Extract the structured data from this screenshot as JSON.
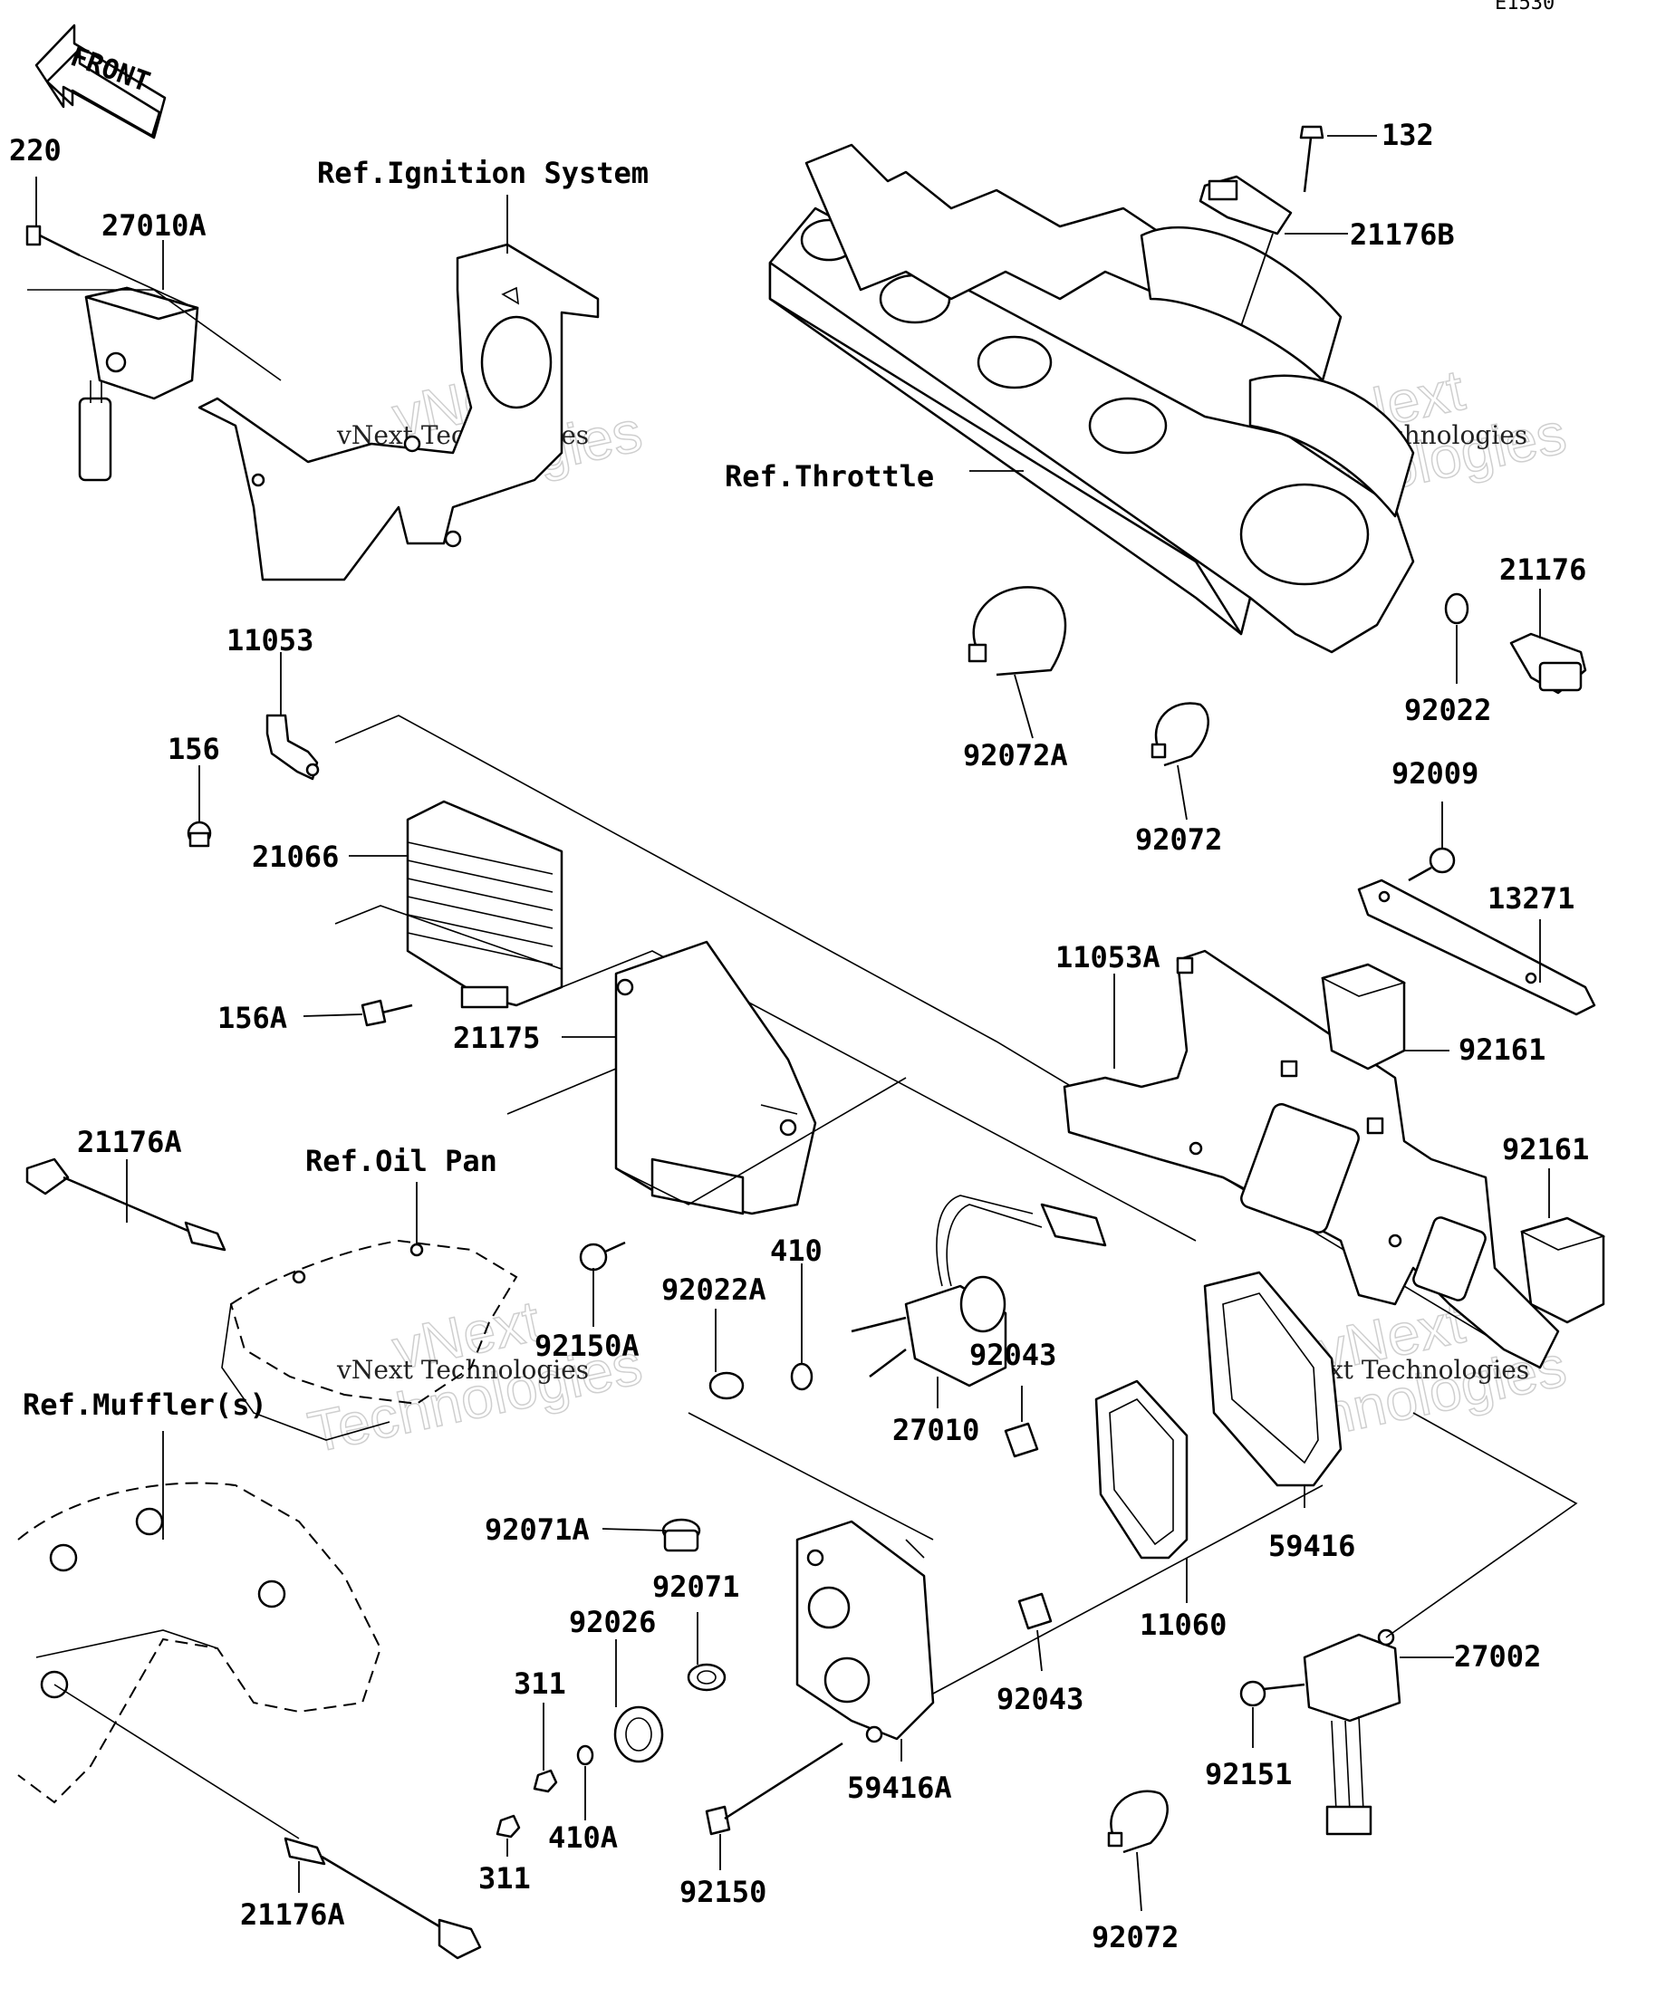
{
  "diagram_code": "E1530",
  "front_arrow_label": "FRONT",
  "references": {
    "ignition": "Ref.Ignition System",
    "throttle": "Ref.Throttle",
    "oil_pan": "Ref.Oil Pan",
    "muffler": "Ref.Muffler(s)"
  },
  "watermark": {
    "line1": "vNext",
    "line2": "Technologies",
    "small": "vNext Technologies"
  },
  "parts": {
    "p220": "220",
    "p27010A": "27010A",
    "p132": "132",
    "p21176B": "21176B",
    "p21176": "21176",
    "p92022": "92022",
    "p11053": "11053",
    "p156": "156",
    "p21066": "21066",
    "p156A": "156A",
    "p21175": "21175",
    "p92072A": "92072A",
    "p92072_top": "92072",
    "p92009": "92009",
    "p13271": "13271",
    "p11053A": "11053A",
    "p92161_a": "92161",
    "p92161_b": "92161",
    "p21176A_top": "21176A",
    "p410": "410",
    "p92022A": "92022A",
    "p92150A": "92150A",
    "p92043_a": "92043",
    "p27010": "27010",
    "p59416": "59416",
    "p92071A": "92071A",
    "p92071": "92071",
    "p92026": "92026",
    "p311_a": "311",
    "p311_b": "311",
    "p410A": "410A",
    "p11060": "11060",
    "p92043_b": "92043",
    "p27002": "27002",
    "p59416A": "59416A",
    "p92151": "92151",
    "p92150": "92150",
    "p21176A_bottom": "21176A",
    "p92072_bottom": "92072"
  }
}
